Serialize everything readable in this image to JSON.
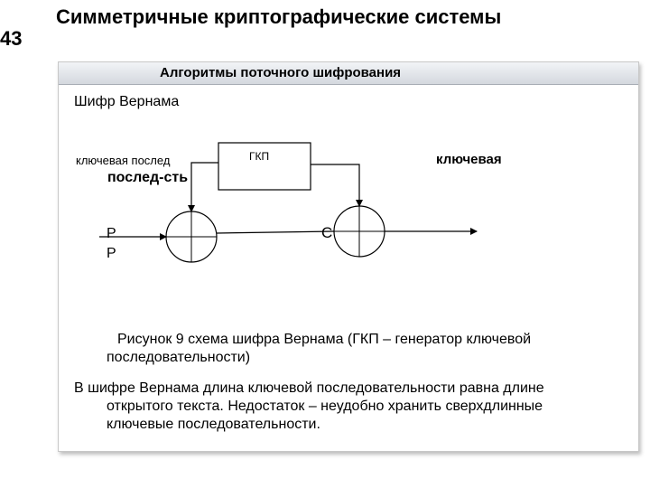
{
  "slide": {
    "number": "43",
    "title": "Симметричные  криптографические системы"
  },
  "panel": {
    "header": "Алгоритмы поточного шифрования"
  },
  "diagram": {
    "cipher_name": "Шифр Вернама",
    "label_key_seq_left": "ключевая послед",
    "label_key_seq_left_2": "послед-сть",
    "label_key_right": "ключевая",
    "generator_label": "ГКП",
    "plaintext_label": "P",
    "plaintext_label_2": "P",
    "ciphertext_label": "C"
  },
  "caption": "Рисунок 9   схема шифра Вернама (ГКП – генератор ключевой последовательности)",
  "body_text": "В шифре Вернама длина ключевой последовательности равна длине открытого текста. Недостаток – неудобно хранить сверхдлинные ключевые последовательности."
}
